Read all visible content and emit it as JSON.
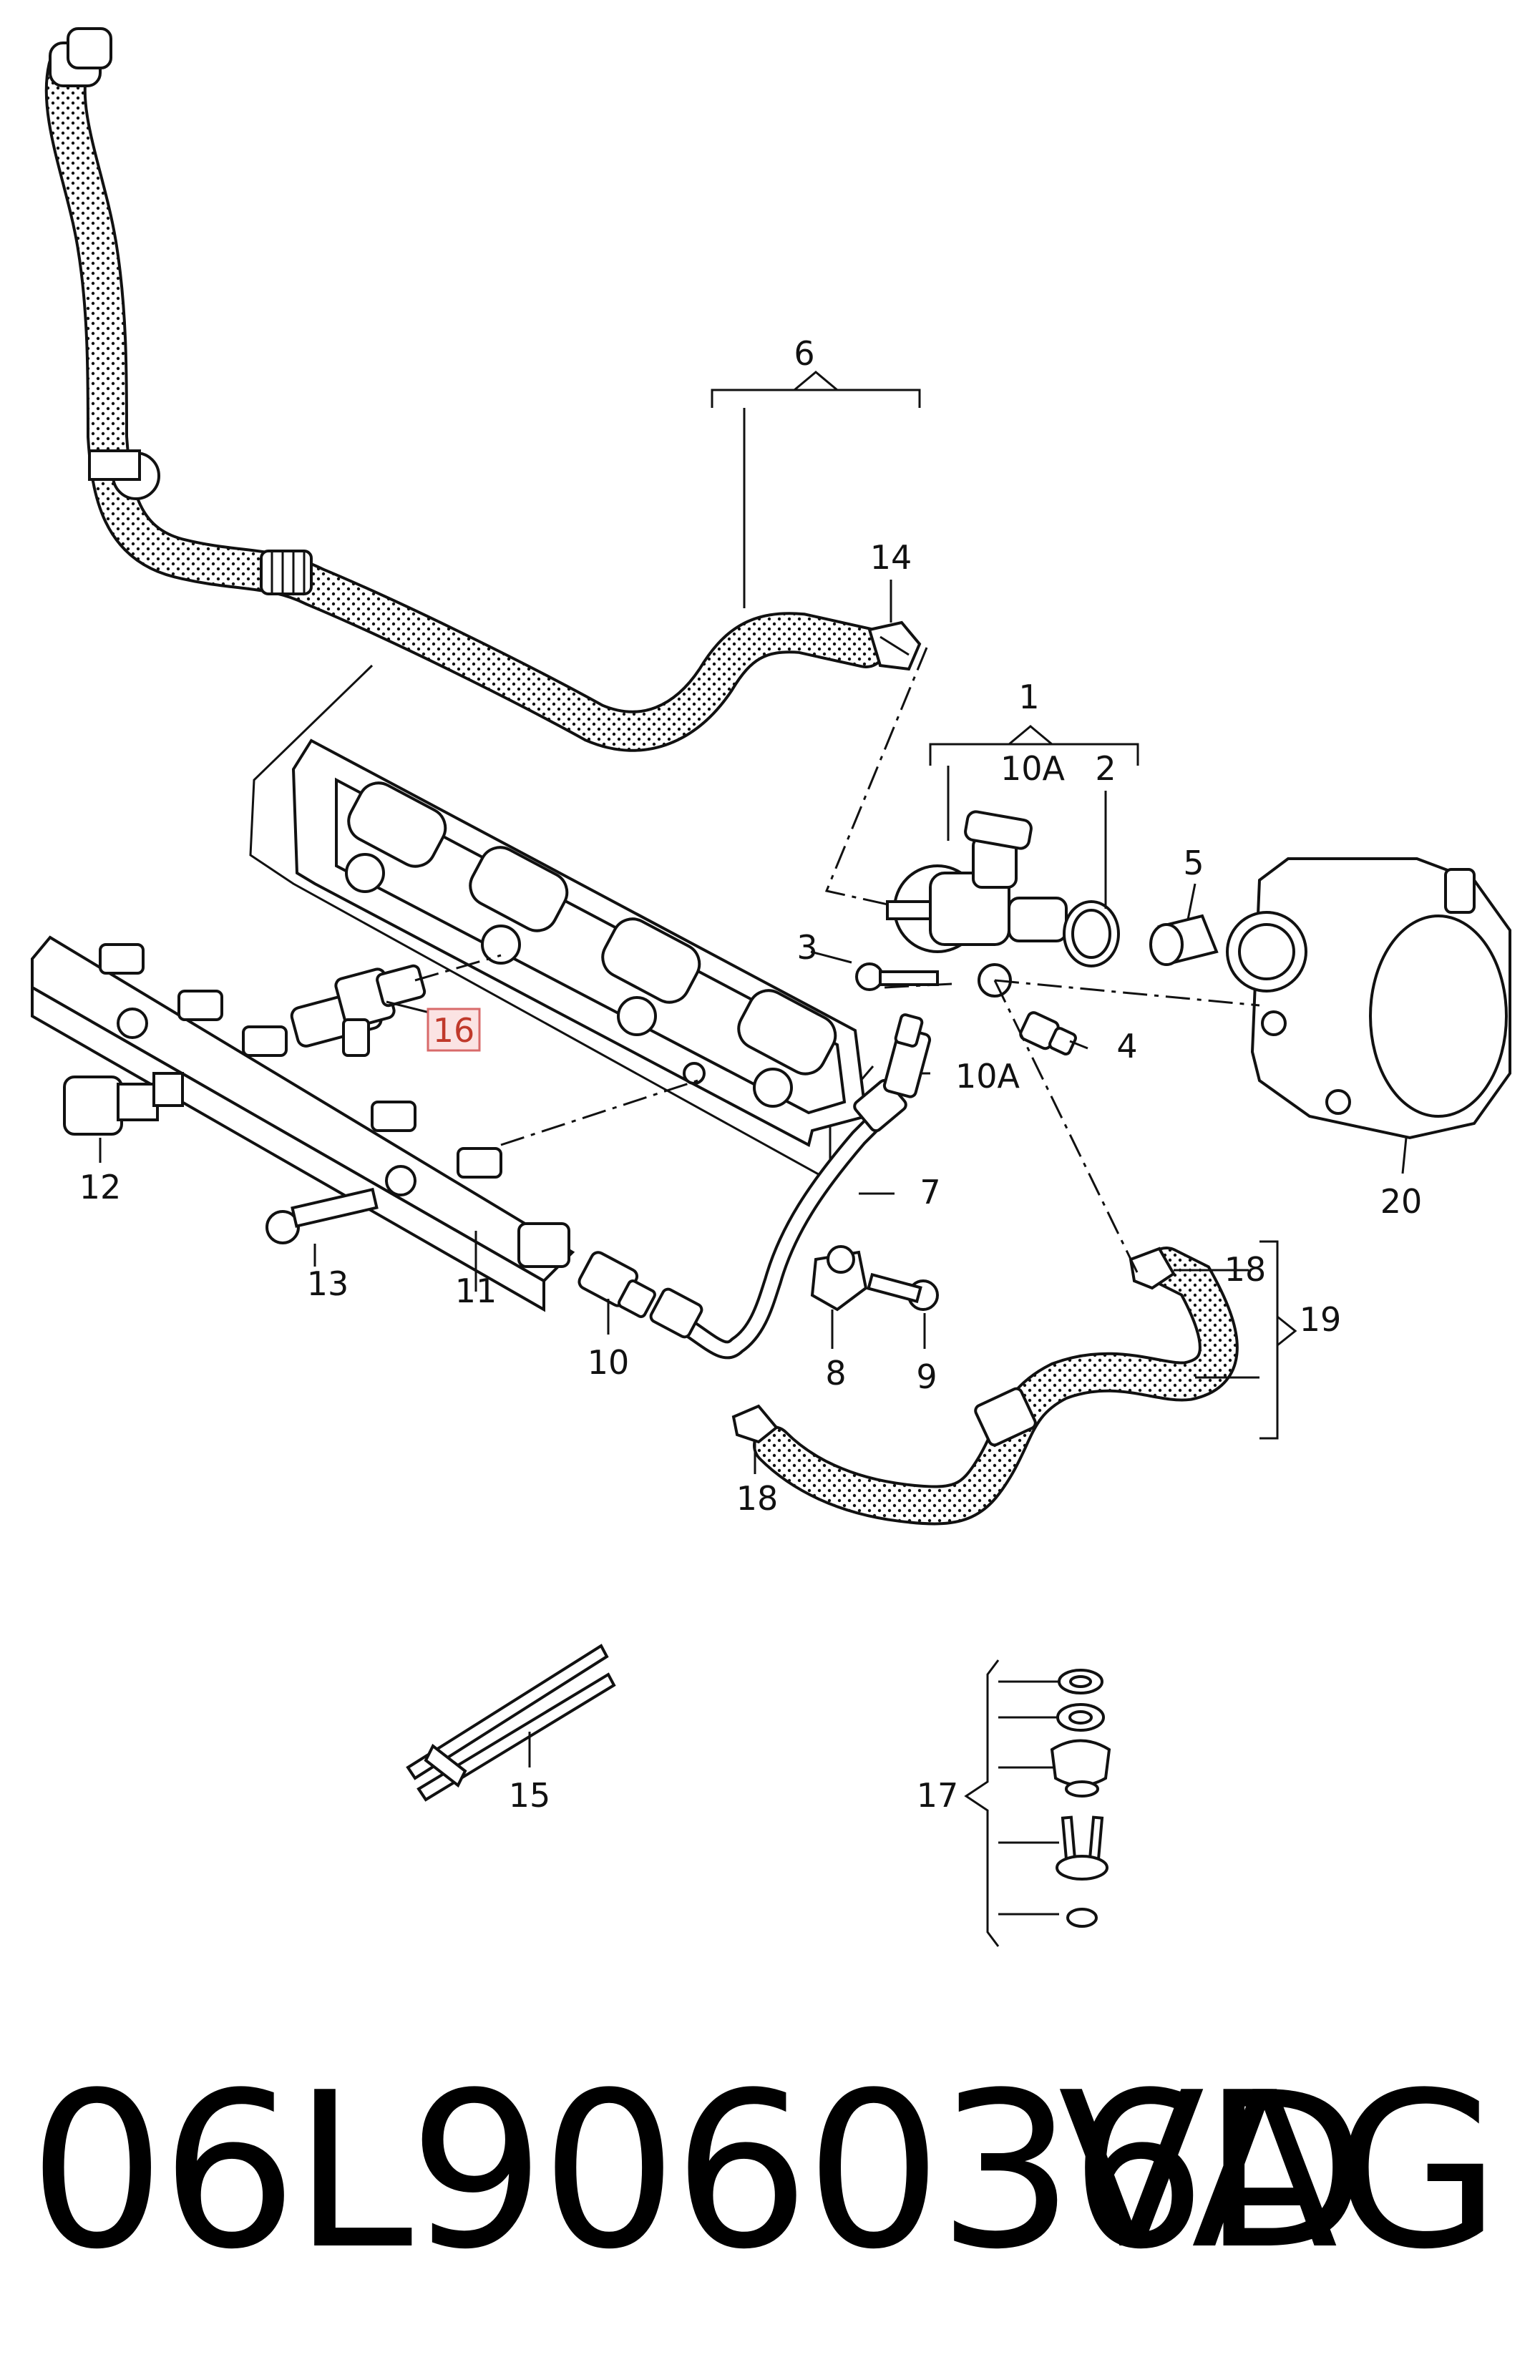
{
  "labels": {
    "l1": "1",
    "l2": "2",
    "l3": "3",
    "l4": "4",
    "l5": "5",
    "l6": "6",
    "l7": "7",
    "l8": "8",
    "l9": "9",
    "l10": "10",
    "l10a_top": "10A",
    "l10a_mid": "10A",
    "l11": "11",
    "l12": "12",
    "l13": "13",
    "l14": "14",
    "l15": "15",
    "l16": "16",
    "l17": "17",
    "l18_top": "18",
    "l18_bottom": "18",
    "l19": "19",
    "l20": "20"
  },
  "highlighted_label": "16",
  "footer": {
    "part_number": "06L906036D",
    "brand": "VAG"
  },
  "colors": {
    "highlight_fill": "#fbe3e3",
    "highlight_stroke": "#d86a6a",
    "line": "#111111"
  }
}
